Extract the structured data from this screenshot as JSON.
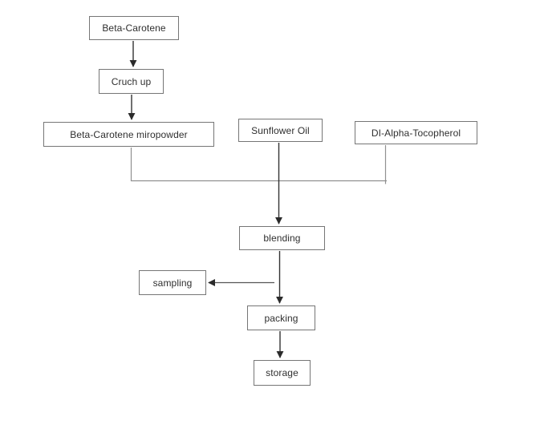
{
  "diagram": {
    "type": "flowchart",
    "background_color": "#ffffff",
    "colors": {
      "box_fill": "#ffffff",
      "box_border": "#767676",
      "text": "#2f2f2f",
      "arrow": "#333333",
      "connector_line": "#909090"
    },
    "nodes": [
      {
        "id": "beta-carotene",
        "label": "Beta-Carotene"
      },
      {
        "id": "cruch-up",
        "label": "Cruch up"
      },
      {
        "id": "beta-carotene-miropowder",
        "label": "Beta-Carotene miropowder"
      },
      {
        "id": "sunflower-oil",
        "label": "Sunflower Oil"
      },
      {
        "id": "di-alpha-tocopherol",
        "label": "DI-Alpha-Tocopherol"
      },
      {
        "id": "blending",
        "label": "blending"
      },
      {
        "id": "sampling",
        "label": "sampling"
      },
      {
        "id": "packing",
        "label": "packing"
      },
      {
        "id": "storage",
        "label": "storage"
      }
    ],
    "edges": [
      {
        "from": "beta-carotene",
        "to": "cruch-up",
        "style": "arrow"
      },
      {
        "from": "cruch-up",
        "to": "beta-carotene-miropowder",
        "style": "arrow"
      },
      {
        "from": "beta-carotene-miropowder",
        "to": "blending-junction",
        "style": "elbow-line"
      },
      {
        "from": "di-alpha-tocopherol",
        "to": "blending-junction",
        "style": "line"
      },
      {
        "from": "sunflower-oil",
        "to": "blending",
        "style": "arrow"
      },
      {
        "from": "blending",
        "to": "packing",
        "style": "arrow"
      },
      {
        "from": "blending-packing-connector",
        "to": "sampling",
        "style": "arrow"
      },
      {
        "from": "packing",
        "to": "storage",
        "style": "arrow"
      }
    ]
  }
}
